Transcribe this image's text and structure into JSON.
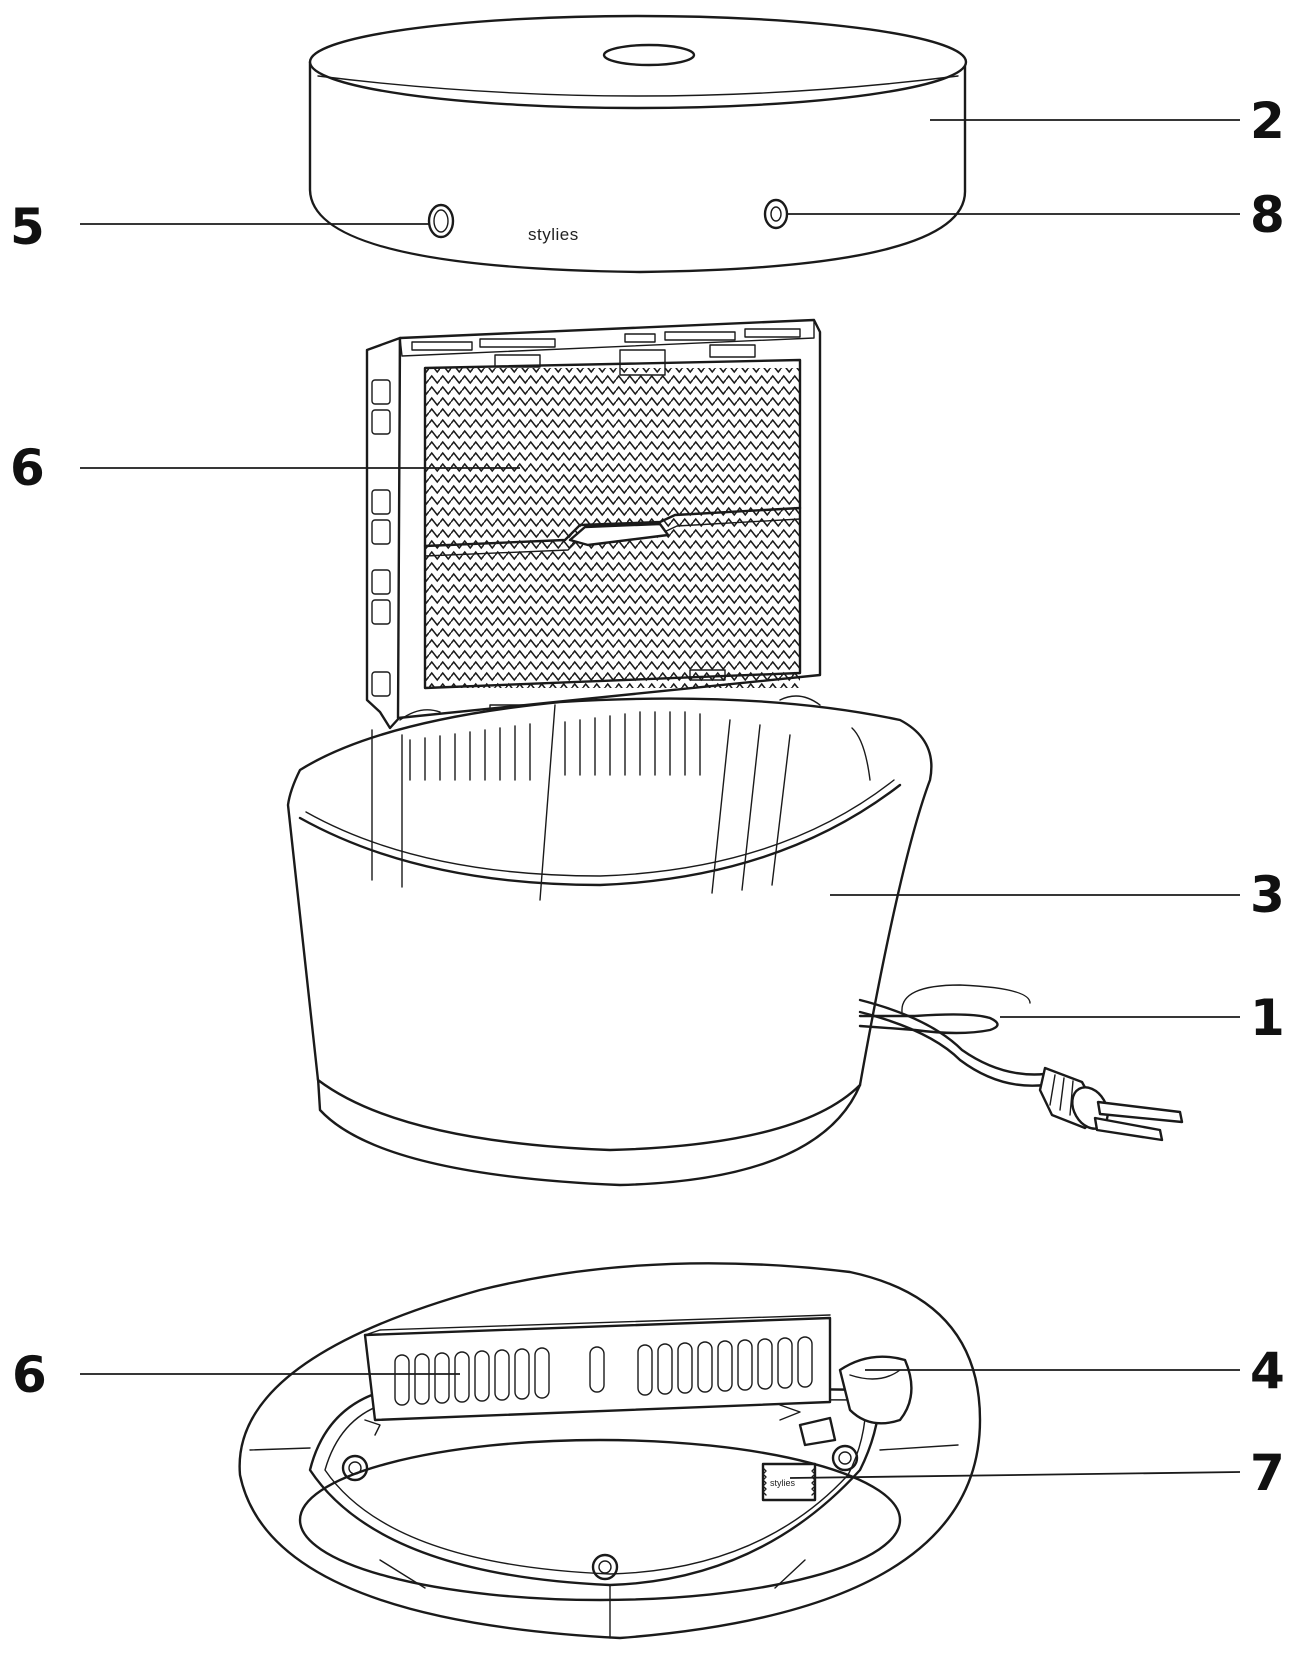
{
  "labels": {
    "cover": "2",
    "button_left": "5",
    "button_right": "8",
    "filter": "6",
    "housing": "3",
    "cord": "1",
    "filter_bottom": "6",
    "base": "4",
    "rating_plate": "7"
  },
  "brand": {
    "cover_logo": "stylies",
    "plate_logo": "stylies"
  }
}
